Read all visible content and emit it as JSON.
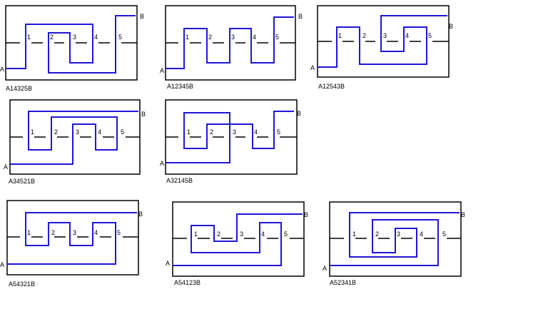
{
  "diagrams": [
    {
      "caption": "A14325B",
      "start": "A",
      "end": "B",
      "crossings": [
        "1",
        "2",
        "3",
        "4",
        "5"
      ]
    },
    {
      "caption": "A12345B",
      "start": "A",
      "end": "B",
      "crossings": [
        "1",
        "2",
        "3",
        "4",
        "5"
      ]
    },
    {
      "caption": "A12543B",
      "start": "A",
      "end": "B",
      "crossings": [
        "1",
        "2",
        "3",
        "4",
        "5"
      ]
    },
    {
      "caption": "A34521B",
      "start": "A",
      "end": "B",
      "crossings": [
        "1",
        "2",
        "3",
        "4",
        "5"
      ]
    },
    {
      "caption": "A32145B",
      "start": "A",
      "end": "B",
      "crossings": [
        "1",
        "2",
        "3",
        "4",
        "5"
      ]
    },
    {
      "caption": "A54321B",
      "start": "A",
      "end": "B",
      "crossings": [
        "1",
        "2",
        "3",
        "4",
        "5"
      ]
    },
    {
      "caption": "A54123B",
      "start": "A",
      "end": "B",
      "crossings": [
        "1",
        "2",
        "3",
        "4",
        "5"
      ]
    },
    {
      "caption": "A52341B",
      "start": "A",
      "end": "B",
      "crossings": [
        "1",
        "2",
        "3",
        "4",
        "5"
      ]
    }
  ]
}
